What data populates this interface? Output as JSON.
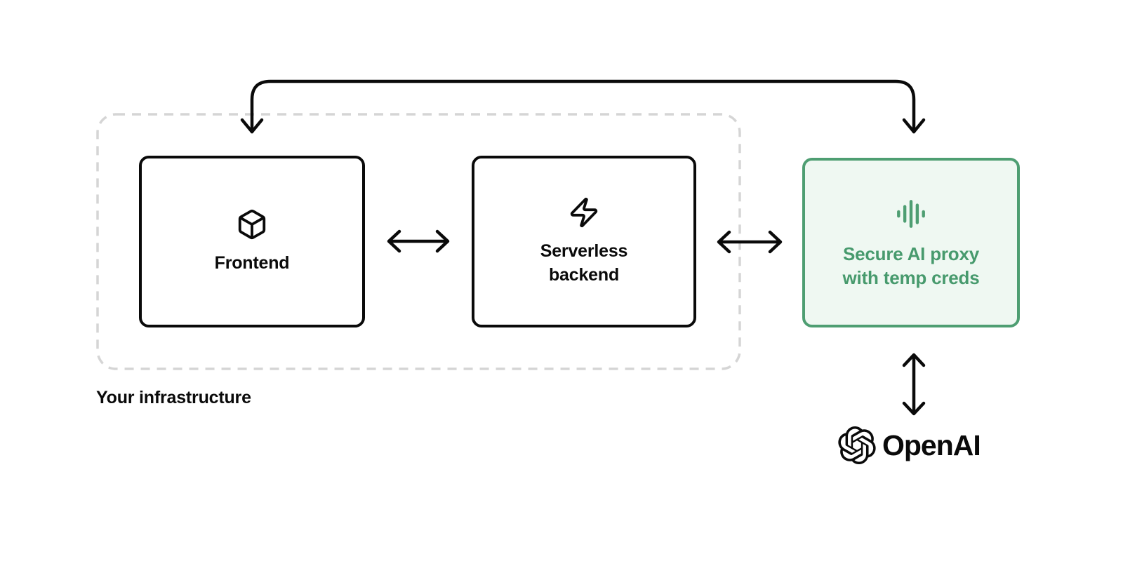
{
  "infrastructure": {
    "label": "Your infrastructure",
    "nodes": {
      "frontend": {
        "label": "Frontend",
        "icon": "box-icon"
      },
      "backend": {
        "label": "Serverless backend",
        "icon": "zap-icon"
      }
    }
  },
  "proxy": {
    "label": "Secure AI proxy with temp creds",
    "icon": "waveform-icon"
  },
  "provider": {
    "label": "OpenAI",
    "icon": "openai-logo-icon"
  },
  "connections": [
    {
      "from": "frontend",
      "to": "backend",
      "type": "bidirectional-horizontal"
    },
    {
      "from": "backend",
      "to": "proxy",
      "type": "bidirectional-horizontal"
    },
    {
      "from": "frontend",
      "to": "proxy",
      "type": "double-ended-top-route"
    },
    {
      "from": "proxy",
      "to": "openai",
      "type": "bidirectional-vertical"
    }
  ],
  "colors": {
    "line_black": "#0a0a0a",
    "boundary_dash_gray": "#d5d5d5",
    "proxy_border_green": "#4e9e72",
    "proxy_text_green": "#479a6d",
    "proxy_fill_green": "#eff8f2",
    "background": "#ffffff"
  }
}
